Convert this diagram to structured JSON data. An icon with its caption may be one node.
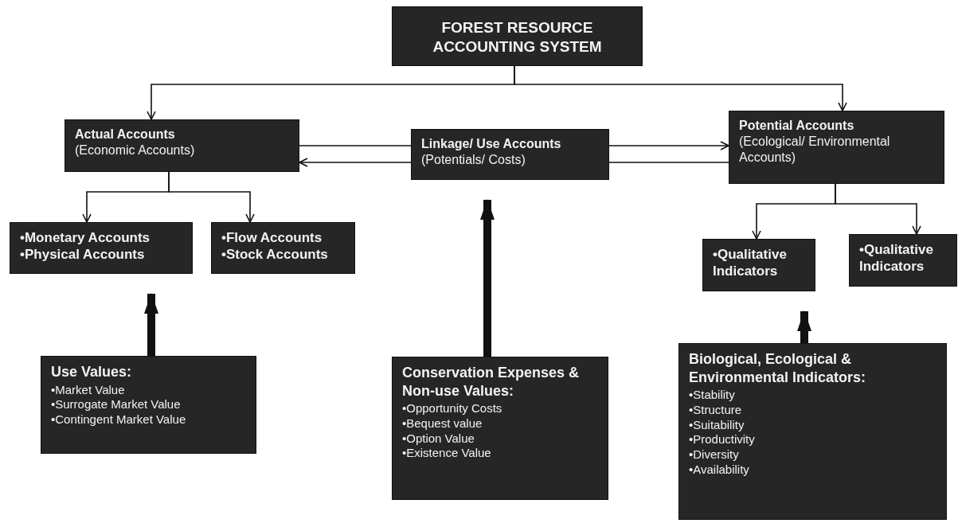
{
  "diagram": {
    "nodes": [
      {
        "text": [
          "FOREST RESOURCE ACCOUNTING SYSTEM"
        ]
      },
      {
        "text": [
          "Actual Accounts",
          "(Economic Accounts)"
        ]
      },
      {
        "text": [
          "Linkage/ Use Accounts",
          "(Potentials/ Costs)"
        ]
      },
      {
        "text": [
          "Potential Accounts",
          "(Ecological/ Environmental Accounts)"
        ]
      },
      {
        "text": [
          "•Monetary Accounts",
          "•Physical Accounts"
        ]
      },
      {
        "text": [
          "•Flow Accounts",
          "•Stock Accounts"
        ]
      },
      {
        "text": [
          "•Qualitative Indicators"
        ]
      },
      {
        "text": [
          "•Qualitative Indicators"
        ]
      },
      {
        "text": [
          "Use Values:",
          "•Market Value",
          "•Surrogate Market Value",
          "•Contingent Market Value"
        ]
      },
      {
        "text": [
          "Conservation Expenses & Non-use Values:",
          "•Opportunity Costs",
          "•Bequest value",
          "•Option Value",
          "•Existence Value"
        ]
      },
      {
        "text": [
          "**Biological, Ecological & Environmental Indicators**:",
          "•Stability",
          "•Structure",
          "•Suitability",
          "•Productivity",
          "•Diversity",
          "•Availability"
        ]
      }
    ],
    "edges": [
      {
        "from": 0,
        "to": 1,
        "arrow": "to"
      },
      {
        "from": 0,
        "to": 3,
        "arrow": "to"
      },
      {
        "from": 1,
        "to": 2,
        "arrow": "none"
      },
      {
        "from": 2,
        "to": 1,
        "arrow": "to"
      },
      {
        "from": 2,
        "to": 3,
        "arrow": "to"
      },
      {
        "from": 3,
        "to": 2,
        "arrow": "none"
      },
      {
        "from": 1,
        "to": 4,
        "arrow": "to"
      },
      {
        "from": 1,
        "to": 5,
        "arrow": "to"
      },
      {
        "from": 3,
        "to": 6,
        "arrow": "to"
      },
      {
        "from": 3,
        "to": 7,
        "arrow": "to"
      },
      {
        "from": 8,
        "to": 4,
        "arrow": "to",
        "style": "thick"
      },
      {
        "from": 9,
        "to": 2,
        "arrow": "to",
        "style": "thick"
      },
      {
        "from": 10,
        "to": 6,
        "arrow": "to",
        "style": "thick"
      }
    ]
  }
}
